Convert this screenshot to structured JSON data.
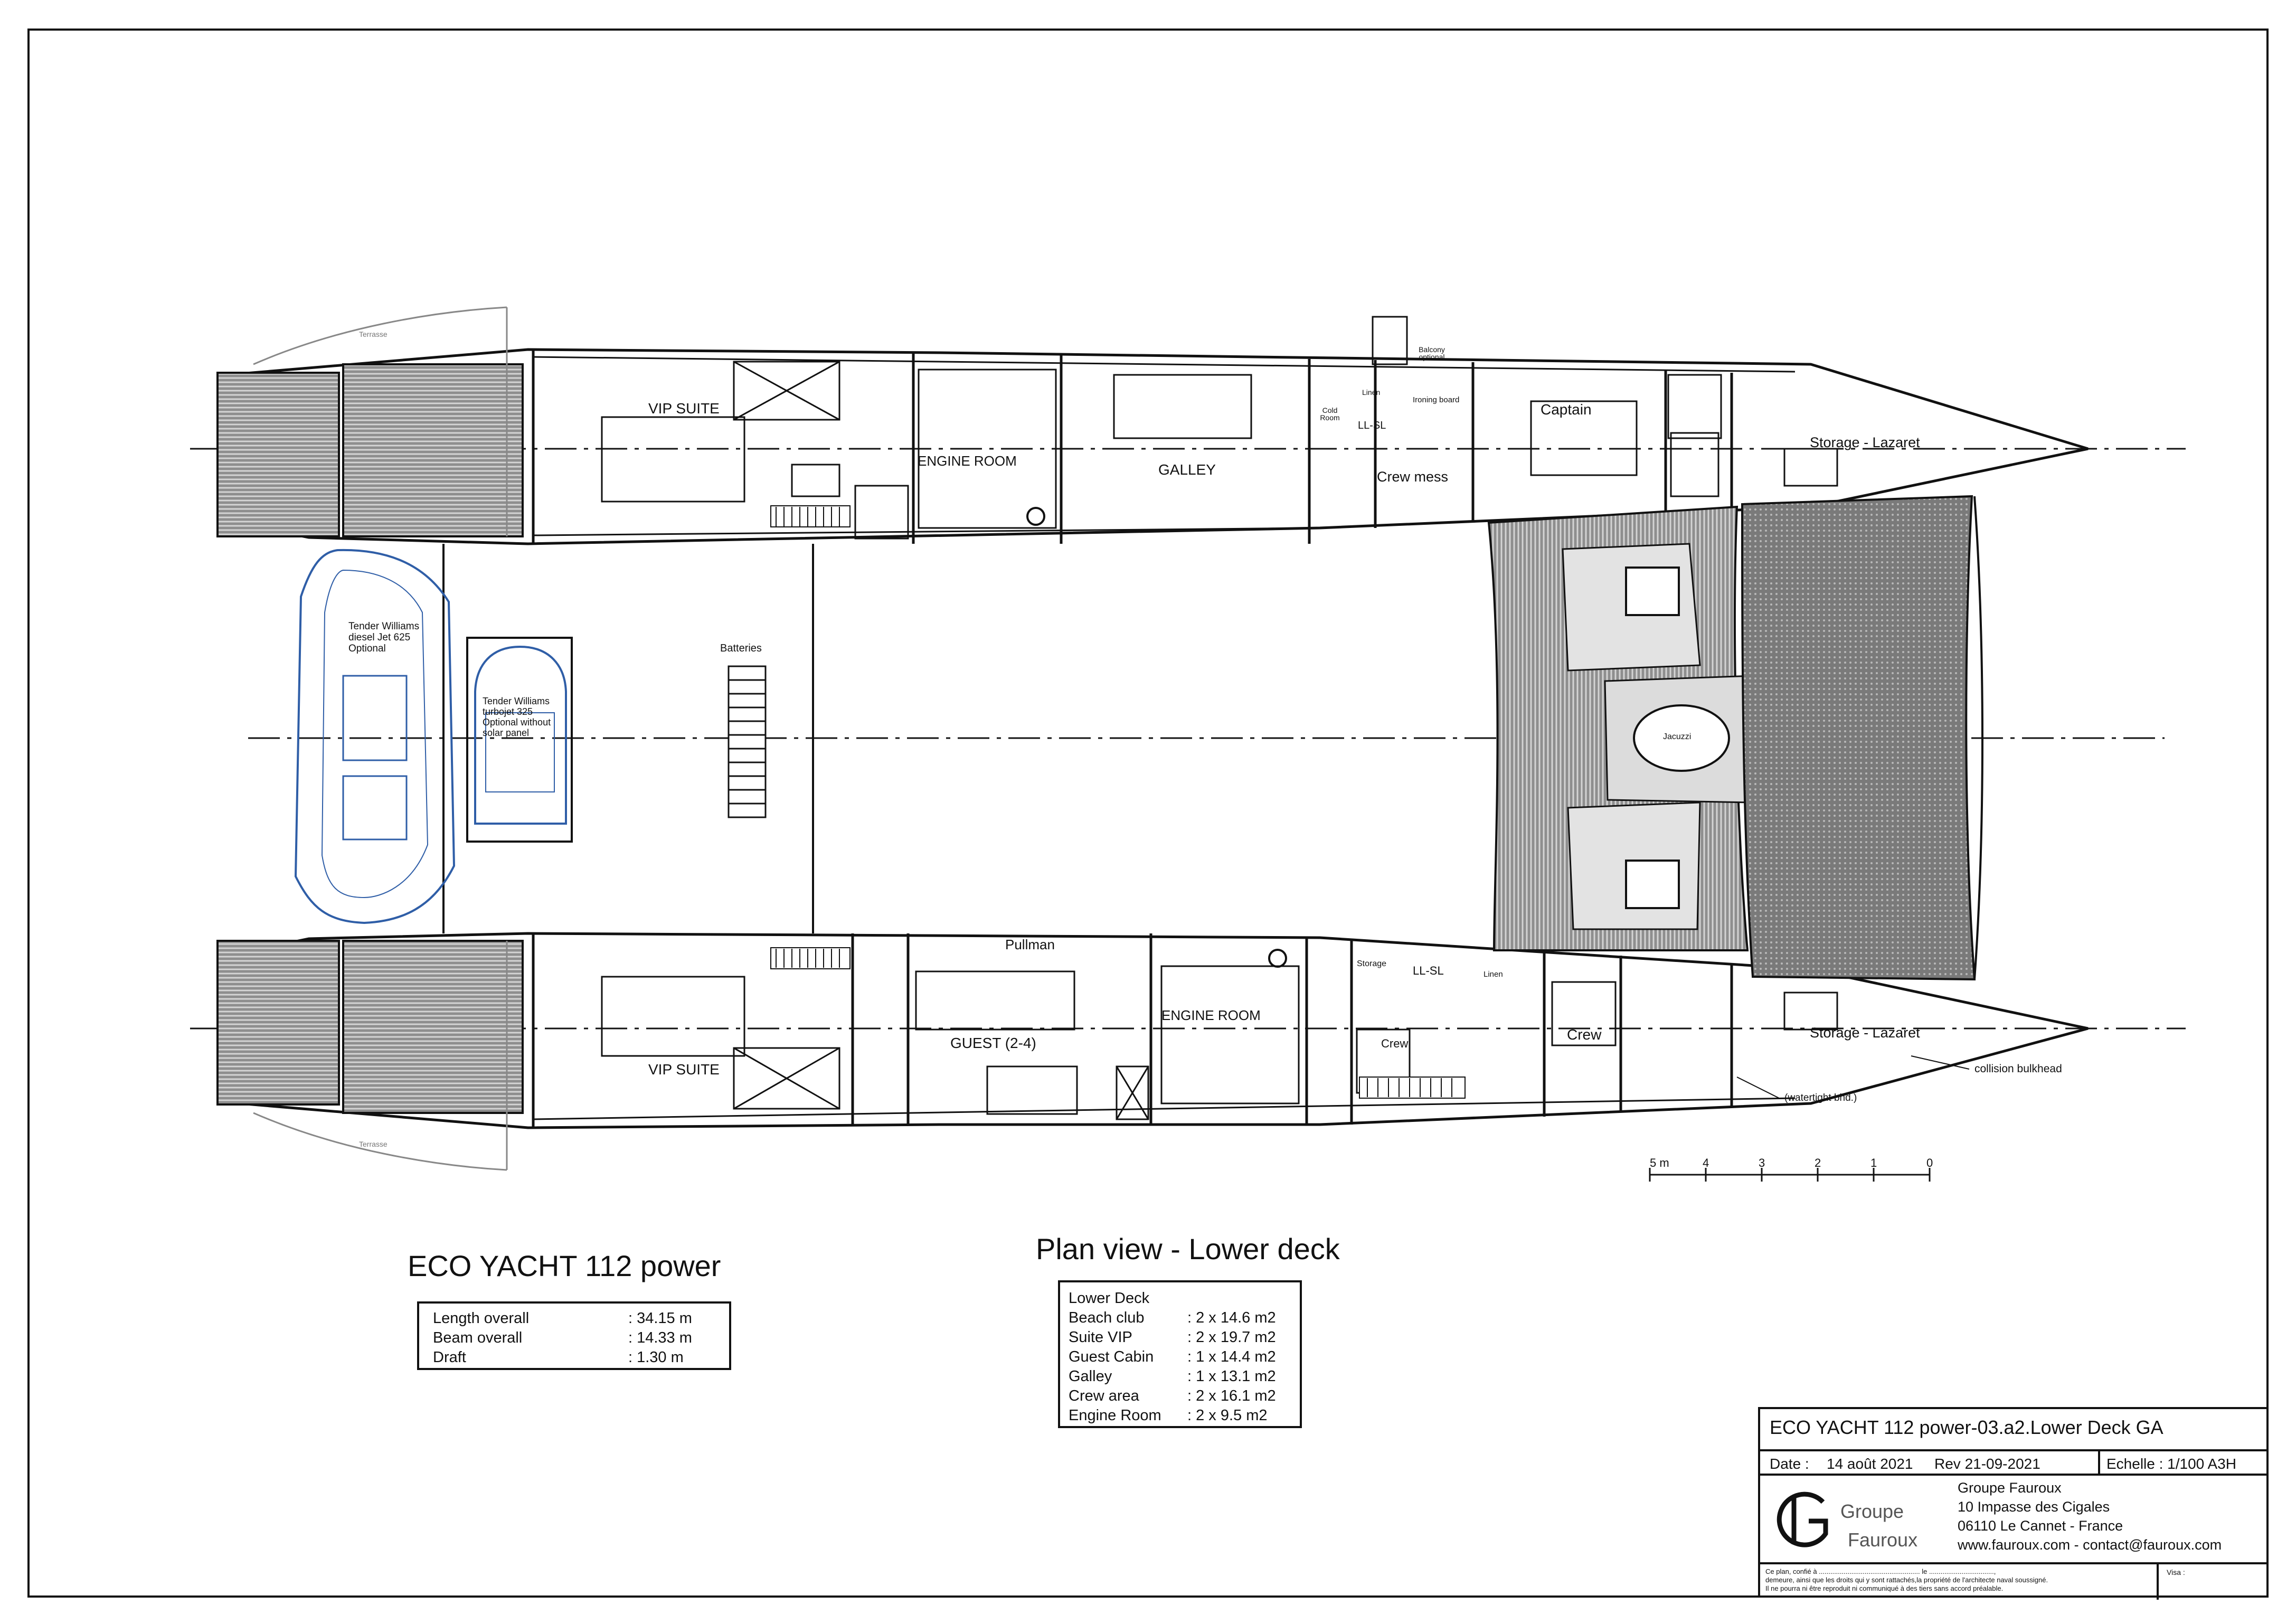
{
  "project_title": "ECO YACHT 112 power",
  "specs": [
    {
      "label": "Length overall",
      "value": ": 34.15 m"
    },
    {
      "label": "Beam overall",
      "value": ": 14.33 m"
    },
    {
      "label": "Draft",
      "value": ": 1.30 m"
    }
  ],
  "plan_title": "Plan view - Lower deck",
  "areas": {
    "heading": "Lower Deck",
    "rows": [
      {
        "label": "Beach club",
        "value": ": 2 x 14.6 m2"
      },
      {
        "label": "Suite VIP",
        "value": ": 2 x 19.7 m2"
      },
      {
        "label": "Guest Cabin",
        "value": ": 1 x 14.4 m2"
      },
      {
        "label": "Galley",
        "value": ": 1 x 13.1 m2"
      },
      {
        "label": "Crew area",
        "value": ": 2 x 16.1 m2"
      },
      {
        "label": "Engine Room",
        "value": ": 2 x 9.5 m2"
      }
    ]
  },
  "title_block": {
    "drawing_title": "ECO YACHT 112 power-03.a2.Lower Deck GA",
    "date_label": "Date :",
    "date_value": "14 août 2021",
    "rev": "Rev  21-09-2021",
    "scale": "Echelle :  1/100 A3H",
    "company_name": "Groupe Fauroux",
    "address1": "10 Impasse des Cigales",
    "address2": "06110 Le Cannet - France",
    "contact": "www.fauroux.com - contact@fauroux.com",
    "logo_word1": "Groupe",
    "logo_word2": "Fauroux",
    "legal1": "Ce plan, confié à ..................................................... le ..................................,",
    "legal2": "demeure, ainsi que les droits qui y sont rattachés,la propriété de l'architecte naval soussigné.",
    "legal3": "Il ne pourra ni être reproduit ni communiqué à des tiers sans accord préalable.",
    "visa": "Visa :"
  },
  "scale_bar": [
    "5 m",
    "4",
    "3",
    "2",
    "1",
    "0"
  ],
  "rooms": {
    "terrasse_top": "Terrasse",
    "terrasse_bottom": "Terrasse",
    "vip_suite_top": "VIP SUITE",
    "vip_suite_bottom": "VIP SUITE",
    "engine_top": "ENGINE ROOM",
    "engine_bottom": "ENGINE ROOM",
    "galley": "GALLEY",
    "cold_room": "Cold Room",
    "linen_top": "Linen",
    "llsl_top": "LL-SL",
    "ironing": "Ironing board",
    "balcony": "Balcony optional",
    "captain": "Captain",
    "crew_mess": "Crew mess",
    "storage_top": "Storage - Lazaret",
    "storage_bottom": "Storage - Lazaret",
    "batteries": "Batteries",
    "tender1": "Tender Williams diesel Jet 625 Optional",
    "tender2": "Tender Williams turbojet 325 Optional without solar panel",
    "pullman": "Pullman",
    "guest": "GUEST (2-4)",
    "storage_small": "Storage",
    "llsl_bottom": "LL-SL",
    "linen_bottom": "Linen",
    "crew_bottom": "Crew",
    "crew_small": "Crew",
    "jacuzzi": "Jacuzzi",
    "collision": "collision bulkhead",
    "watertight": "(watertight bhd.)"
  }
}
